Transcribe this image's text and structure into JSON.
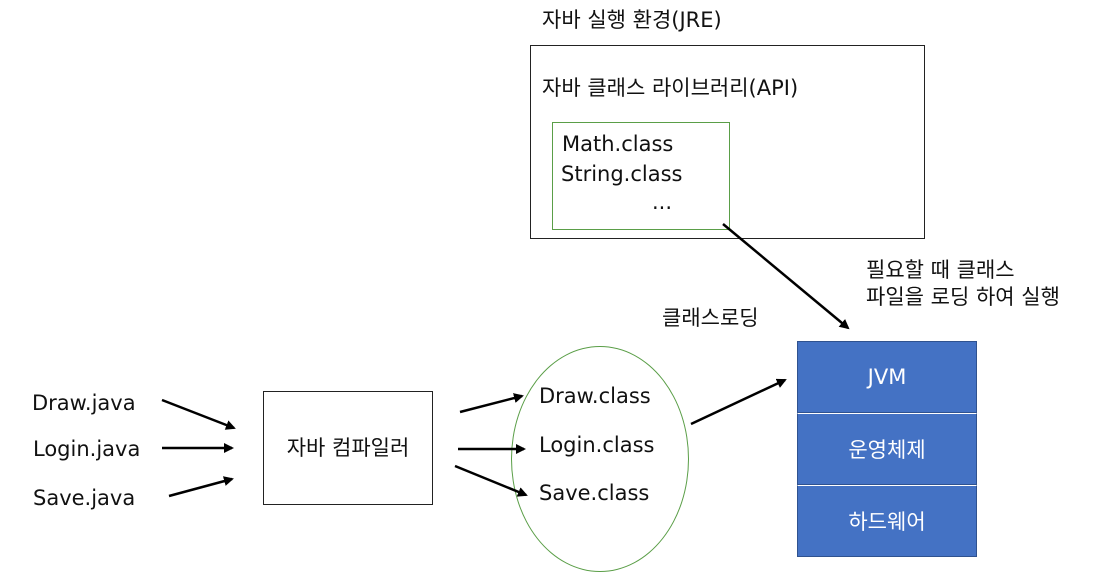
{
  "jre": {
    "title": "자바 실행 환경(JRE)",
    "api_title": "자바 클래스 라이브러리(API)",
    "api_classes": [
      "Math.class",
      "String.class",
      "..."
    ]
  },
  "sources": [
    "Draw.java",
    "Login.java",
    "Save.java"
  ],
  "compiler": {
    "label": "자바 컴파일러"
  },
  "class_loading": {
    "label": "클래스로딩",
    "classes": [
      "Draw.class",
      "Login.class",
      "Save.class"
    ]
  },
  "note": {
    "line1": "필요할 때 클래스",
    "line2": "파일을 로딩 하여 실행"
  },
  "stack": {
    "layers": [
      "JVM",
      "운영체제",
      "하드웨어"
    ],
    "color": "#4472c4"
  }
}
